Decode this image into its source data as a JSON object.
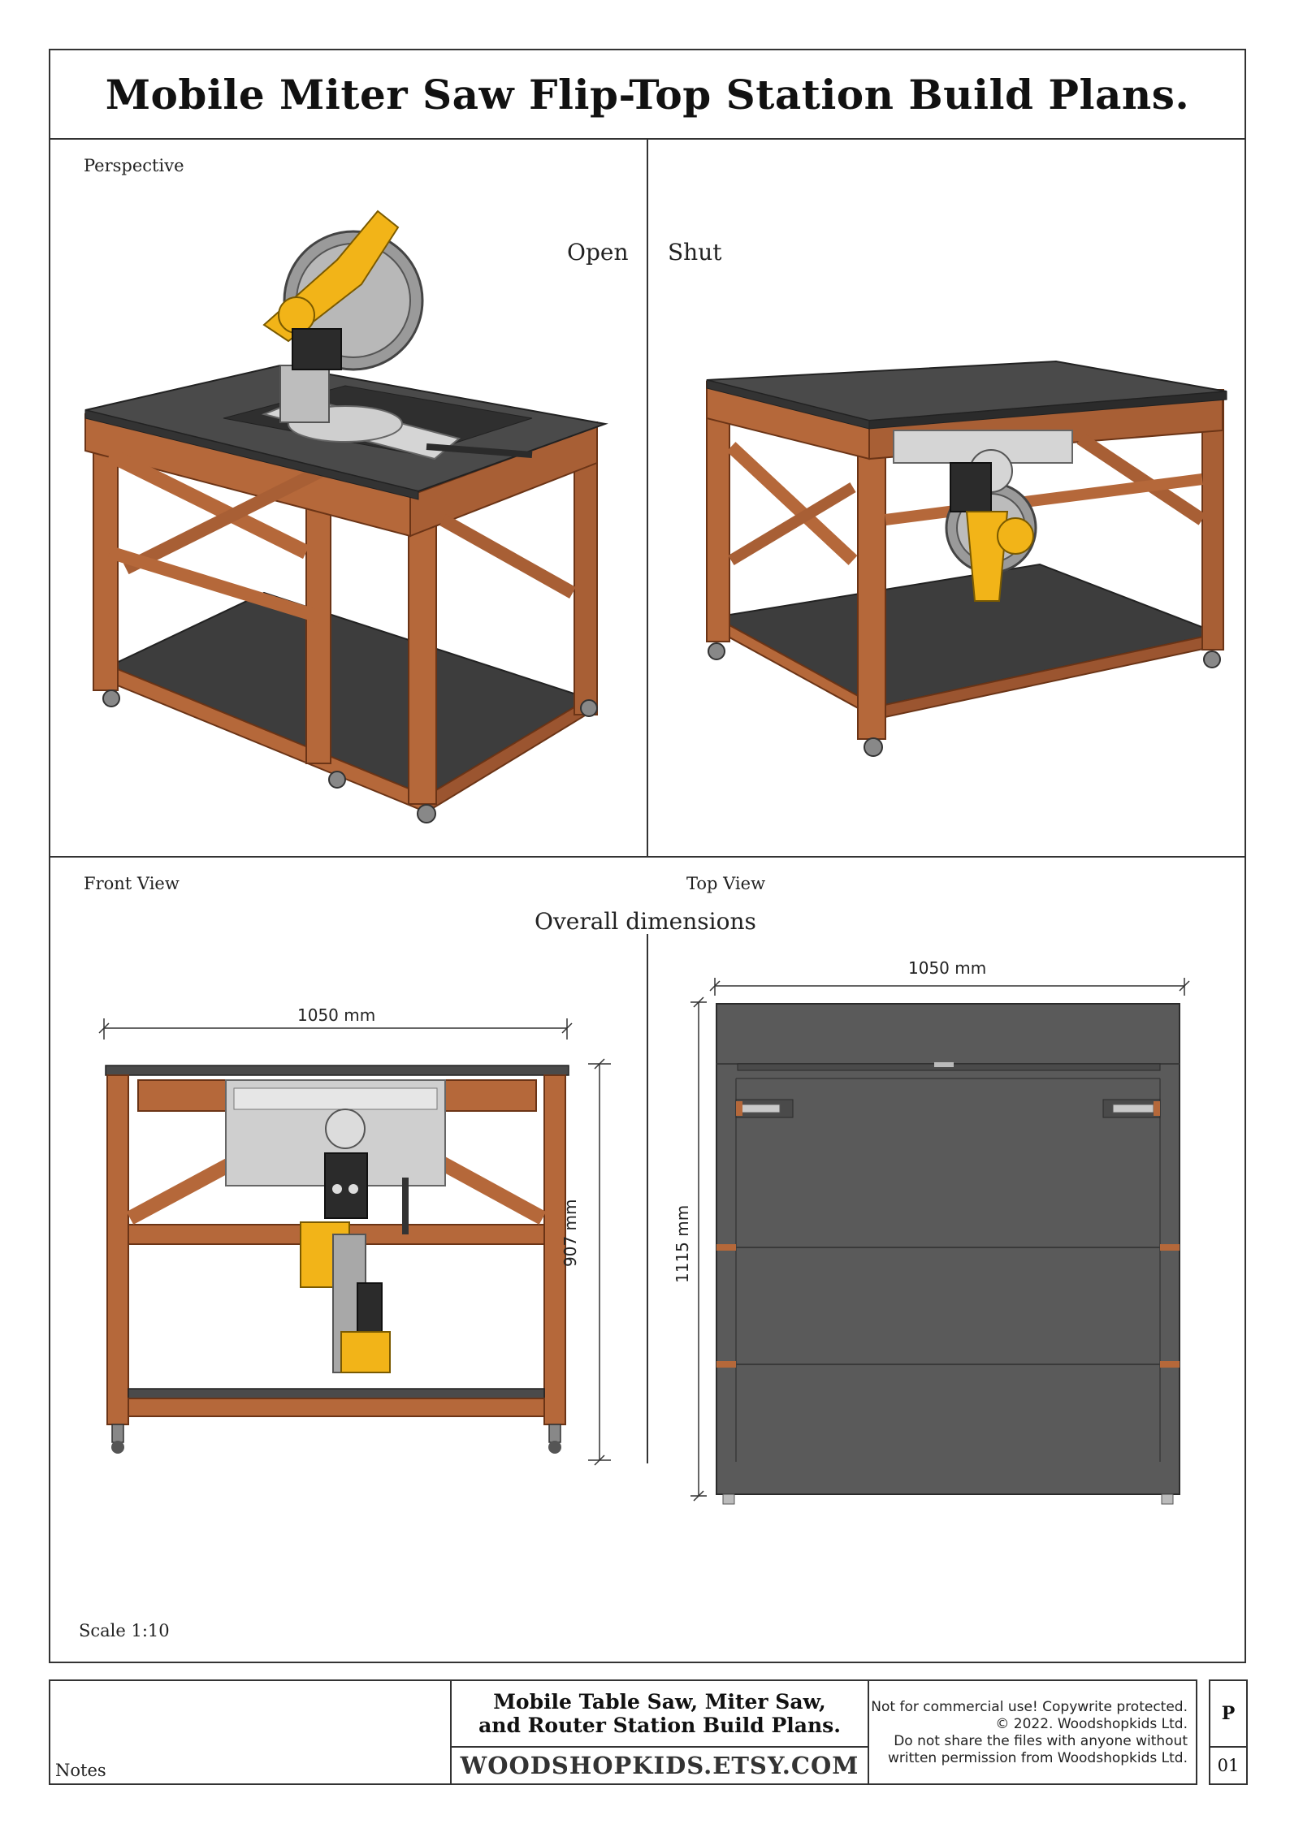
{
  "title": "Mobile Miter Saw Flip-Top Station Build Plans.",
  "views": {
    "perspective": "Perspective",
    "open": "Open",
    "shut": "Shut",
    "front_view": "Front View",
    "top_view": "Top View",
    "overall_dimensions": "Overall dimensions",
    "scale": "Scale 1:10"
  },
  "dimensions": {
    "front_width": "1050 mm",
    "front_height": "907 mm",
    "top_width": "1050 mm",
    "top_depth": "1115 mm"
  },
  "title_block": {
    "notes": "Notes",
    "project_line1": "Mobile Table Saw, Miter Saw,",
    "project_line2": "and Router Station Build Plans.",
    "website": "WOODSHOPKIDS.ETSY.COM",
    "copyright_line1": "Not for commercial use! Copywrite protected.",
    "copyright_line2": "© 2022. Woodshopkids Ltd.",
    "copyright_line3": "Do not share the files with anyone without",
    "copyright_line4": "written permission from Woodshopkids Ltd.",
    "sheet_type": "P",
    "sheet_number": "01"
  },
  "colors": {
    "wood": "#b5683a",
    "wood_dark": "#8c4a24",
    "board": "#4a4a4a",
    "board_dark": "#333333",
    "saw_yellow": "#f2b418",
    "metal": "#c9c9c9"
  }
}
